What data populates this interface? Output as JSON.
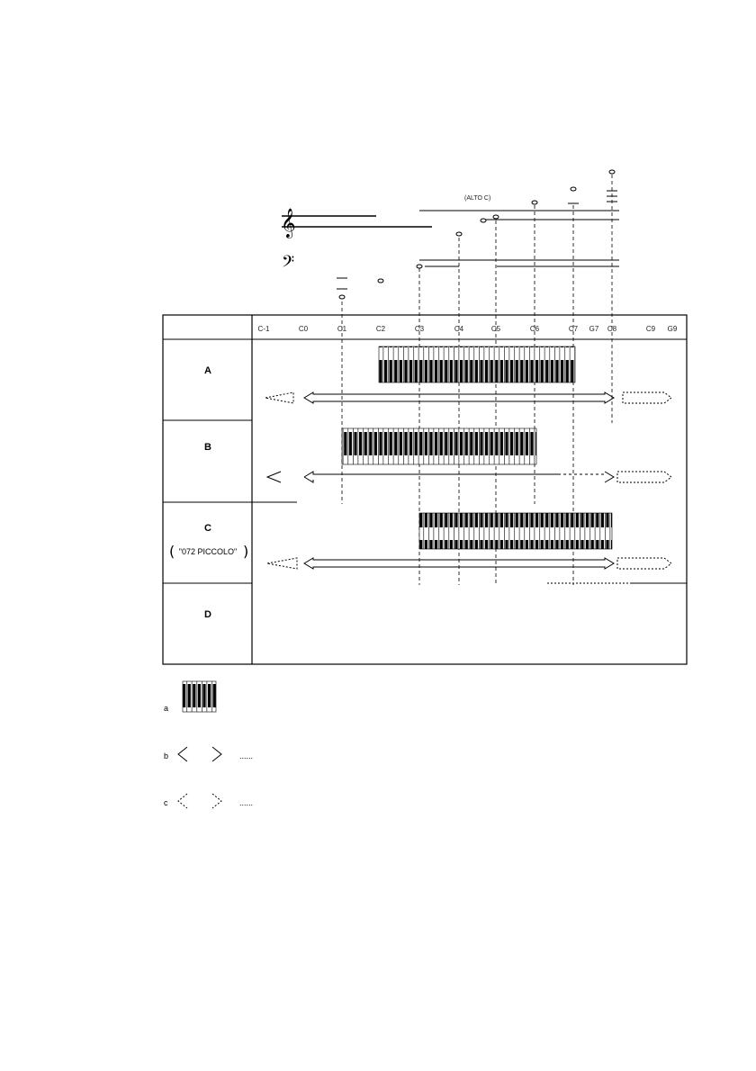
{
  "treble_annotation": "(ALTO C)",
  "octave_headers": [
    "C-1",
    "C0",
    "C1",
    "C2",
    "C3",
    "C4",
    "C5",
    "C6",
    "C7",
    "G7",
    "C8",
    "C9",
    "G9"
  ],
  "rows": [
    {
      "id": "A",
      "label": "A",
      "sublabel": ""
    },
    {
      "id": "B",
      "label": "B",
      "sublabel": ""
    },
    {
      "id": "C",
      "label": "C",
      "sublabel": "\"072 PICCOLO\""
    },
    {
      "id": "D",
      "label": "D",
      "sublabel": ""
    }
  ],
  "legend": [
    {
      "key": "a",
      "text": ""
    },
    {
      "key": "b",
      "text": "......"
    },
    {
      "key": "c",
      "text": "......"
    }
  ]
}
